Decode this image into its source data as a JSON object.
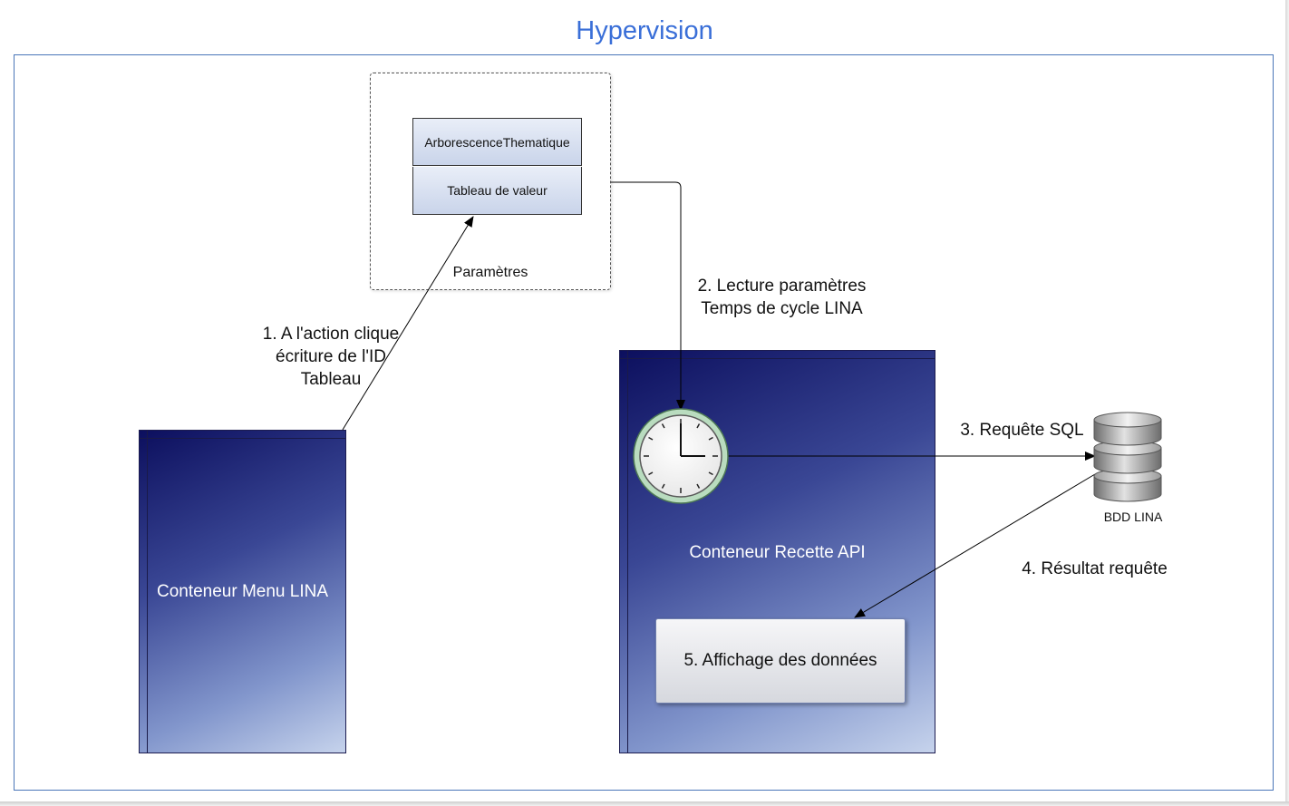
{
  "diagram": {
    "title": "Hypervision",
    "params_group": {
      "label": "Paramètres",
      "cells": [
        "ArborescenceThematique",
        "Tableau de valeur"
      ]
    },
    "containers": {
      "menu": "Conteneur Menu LINA",
      "recette": "Conteneur Recette API"
    },
    "display_box": "5. Affichage des données",
    "database": {
      "label": "BDD LINA",
      "icon": "database-icon"
    },
    "clock": {
      "icon": "clock-icon"
    },
    "steps": {
      "step1": [
        "1. A l'action clique",
        "écriture de l'ID",
        "Tableau"
      ],
      "step2": [
        "2. Lecture paramètres",
        "Temps de cycle LINA"
      ],
      "step3": "3. Requête SQL",
      "step4": "4. Résultat requête"
    },
    "colors": {
      "title": "#3a6fd8",
      "frame": "#4a76b8",
      "container_dark": "#0c0f5e",
      "container_light": "#c6d3ec"
    }
  }
}
